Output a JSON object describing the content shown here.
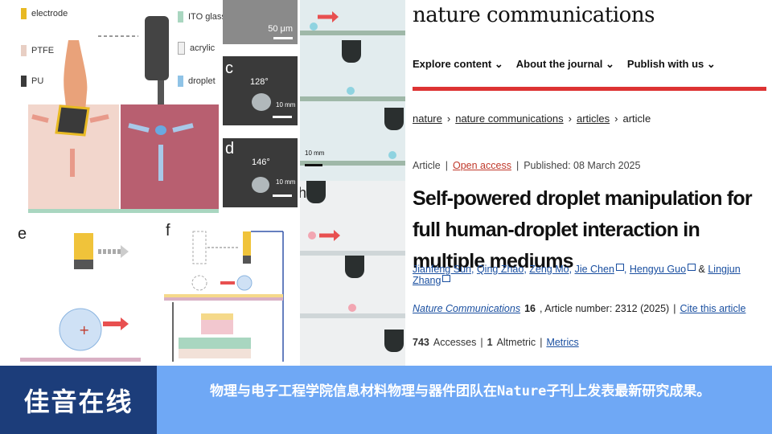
{
  "figure": {
    "legend": [
      {
        "label": "electrode",
        "color": "#e8b923"
      },
      {
        "label": "PTFE",
        "color": "#e8cfc4"
      },
      {
        "label": "PU",
        "color": "#3a3a3a"
      }
    ],
    "legend_right": [
      {
        "label": "ITO glass",
        "color": "#a9d6c0"
      },
      {
        "label": "acrylic",
        "color": "#f0f0f0"
      },
      {
        "label": "droplet",
        "color": "#8fc3e6"
      }
    ],
    "panel_letters": {
      "c": "c",
      "d": "d",
      "e": "e",
      "f": "f",
      "h": "h"
    },
    "scale_labels": {
      "sem": "50 μm",
      "c": "10 mm",
      "d": "10 mm",
      "mid": "10 mm"
    },
    "angles": {
      "c": "128°",
      "d": "146°"
    }
  },
  "article": {
    "journal_name": "nature communications",
    "nav": [
      "Explore content",
      "About the journal",
      "Publish with us"
    ],
    "breadcrumbs": [
      "nature",
      "nature communications",
      "articles",
      "article"
    ],
    "article_type": "Article",
    "open_access": "Open access",
    "published": "Published: 08 March 2025",
    "title": "Self-powered droplet manipulation for full human-droplet interaction in multiple mediums",
    "authors": [
      "Jianfeng Sun",
      "Qing Zhao",
      "Zeng Mo",
      "Jie Chen",
      "Hengyu Guo",
      "Lingjun Zhang"
    ],
    "author_and": "&",
    "journal_ref": "Nature Communications",
    "volume": "16",
    "article_number": ", Article number: 2312 (2025)",
    "cite": "Cite this article",
    "accesses_count": "743",
    "accesses_label": "Accesses",
    "altmetric_count": "1",
    "altmetric_label": "Altmetric",
    "metrics": "Metrics"
  },
  "banner": {
    "logo": "佳音在线",
    "text": "物理与电子工程学院信息材料物理与器件团队在Nature子刊上发表最新研究成果。"
  }
}
